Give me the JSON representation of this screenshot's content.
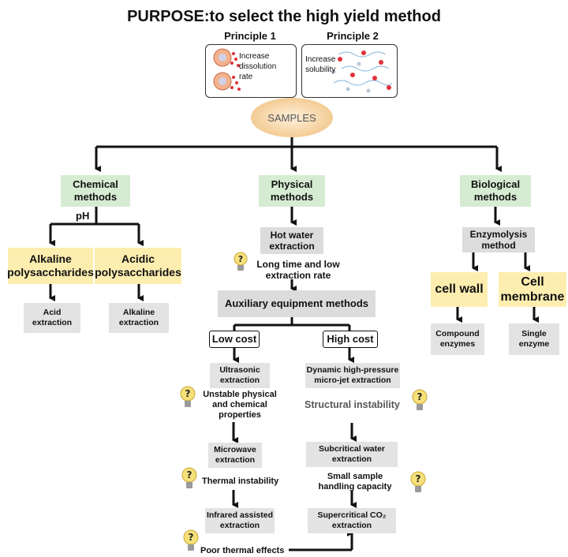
{
  "title": "PURPOSE:to select the high yield method",
  "principles": [
    {
      "label": "Principle 1",
      "text_lines": [
        "Increase",
        "dissolution",
        "rate"
      ]
    },
    {
      "label": "Principle 2",
      "text_lines": [
        "Increase",
        "solubility"
      ]
    }
  ],
  "samples": "SAMPLES",
  "branches": {
    "chemical": {
      "label_lines": [
        "Chemical",
        "methods"
      ],
      "split_label": "pH",
      "alkaline_lines": [
        "Alkaline",
        "polysaccharides"
      ],
      "acidic_lines": [
        "Acidic",
        "polysaccharides"
      ],
      "acid_extraction_lines": [
        "Acid",
        "extraction"
      ],
      "alkaline_extraction_lines": [
        "Alkaline",
        "extraction"
      ]
    },
    "physical": {
      "label_lines": [
        "Physical",
        "methods"
      ],
      "hot_water_lines": [
        "Hot water",
        "extraction"
      ],
      "issue_lines": [
        "Long time and low",
        "extraction rate"
      ],
      "auxiliary": "Auxiliary equipment methods",
      "low_cost": "Low cost",
      "high_cost": "High cost",
      "low_steps": [
        {
          "method_lines": [
            "Ultrasonic",
            "extraction"
          ],
          "issue_lines": [
            "Unstable physical",
            "and chemical",
            "properties"
          ]
        },
        {
          "method_lines": [
            "Microwave",
            "extraction"
          ],
          "issue_lines": [
            "Thermal instability"
          ]
        },
        {
          "method_lines": [
            "Infrared assisted",
            "extraction"
          ],
          "issue_lines": [
            "Poor thermal effects"
          ]
        }
      ],
      "high_steps": [
        {
          "method_lines": [
            "Dynamic high-pressure",
            "micro-jet extraction"
          ],
          "issue_lines": [
            "Structural instability"
          ]
        },
        {
          "method_lines": [
            "Subcritical water",
            "extraction"
          ],
          "issue_lines": [
            "Small sample",
            "handling capacity"
          ]
        },
        {
          "method_lines": [
            "Supercritical CO₂",
            "extraction"
          ]
        }
      ]
    },
    "biological": {
      "label_lines": [
        "Biological",
        "methods"
      ],
      "enzymolysis_lines": [
        "Enzymolysis",
        "method"
      ],
      "cell_wall": "cell wall",
      "cell_membrane_lines": [
        "Cell",
        "membrane"
      ],
      "compound_lines": [
        "Compound",
        "enzymes"
      ],
      "single_lines": [
        "Single",
        "enzyme"
      ]
    }
  },
  "colors": {
    "green": "#d6ecd2",
    "gray": "#dcdcdc",
    "yellow": "#fdeeb0",
    "samples": "#f2c98f",
    "bulb": "#f6e07a"
  }
}
